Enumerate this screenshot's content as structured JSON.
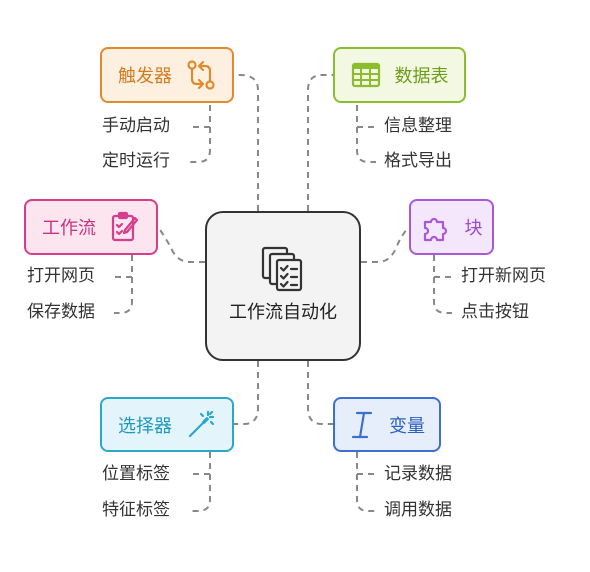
{
  "center": {
    "title": "工作流自动化"
  },
  "branches": [
    {
      "id": "trigger",
      "label": "触发器",
      "icon": "git-compare-icon",
      "color": "#e08a2e",
      "fill": "#fdf0e1",
      "items": [
        "手动启动",
        "定时运行"
      ]
    },
    {
      "id": "datatable",
      "label": "数据表",
      "icon": "table-icon",
      "color": "#8cbd2f",
      "fill": "#f2f8e2",
      "items": [
        "信息整理",
        "格式导出"
      ]
    },
    {
      "id": "workflow",
      "label": "工作流",
      "icon": "edit-checklist-icon",
      "color": "#d63d8a",
      "fill": "#fde5f0",
      "items": [
        "打开网页",
        "保存数据"
      ]
    },
    {
      "id": "block",
      "label": "块",
      "icon": "puzzle-icon",
      "color": "#a85ad6",
      "fill": "#f4e6fb",
      "items": [
        "打开新网页",
        "点击按钮"
      ]
    },
    {
      "id": "selector",
      "label": "选择器",
      "icon": "magic-wand-icon",
      "color": "#2aa7c9",
      "fill": "#e3f5fb",
      "items": [
        "位置标签",
        "特征标签"
      ]
    },
    {
      "id": "variable",
      "label": "变量",
      "icon": "text-cursor-icon",
      "color": "#3b6fd4",
      "fill": "#e6eefc",
      "items": [
        "记录数据",
        "调用数据"
      ]
    }
  ]
}
